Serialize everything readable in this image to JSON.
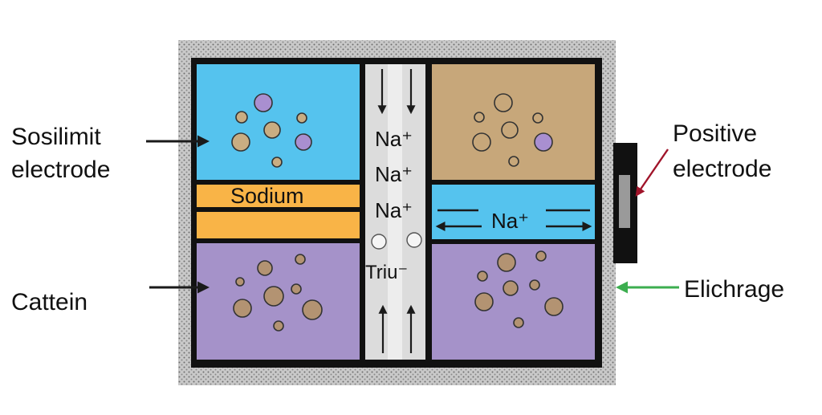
{
  "labels": {
    "left_top_line1": "Sosilimit",
    "left_top_line2": "electrode",
    "left_bottom": "Cattein",
    "right_top_line1": "Positive",
    "right_top_line2": "electrode",
    "right_bottom": "Elichrage",
    "sodium": "Sodium",
    "na_1": "Na⁺",
    "na_2": "Na⁺",
    "na_3": "Na⁺",
    "na_right": "Na⁺",
    "separator_label": "Triu⁻"
  },
  "colors": {
    "blue": "#55c3ee",
    "orange": "#f9b447",
    "purple": "#a592c9",
    "tan": "#c7a77a",
    "separator": "#dcdcdc",
    "casing": "#bdbdbd",
    "frame": "#111111",
    "particle_beige": "#c9ad82",
    "particle_lilac": "#a98fd0",
    "particle_brown": "#b39372",
    "arrow_dark": "#1a1a1a",
    "arrow_red": "#a0142a",
    "arrow_green": "#3cae4f"
  },
  "icons": {
    "particles": "circle-particle",
    "ion_flow": "arrow-icon"
  }
}
